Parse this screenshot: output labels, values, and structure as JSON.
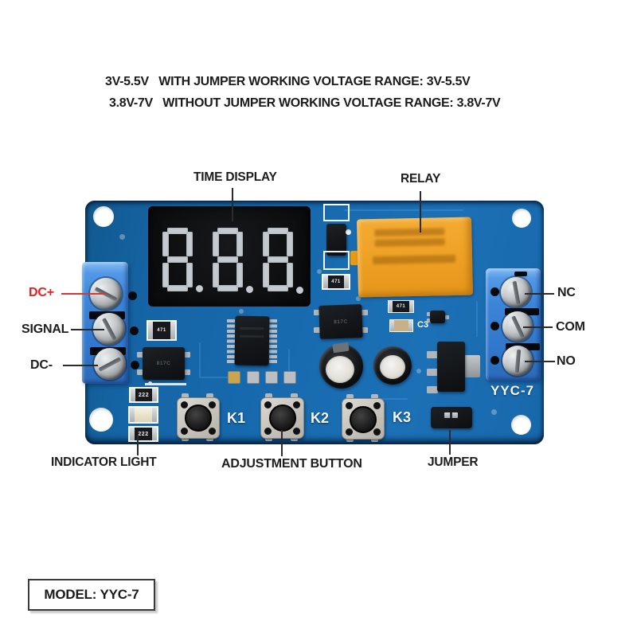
{
  "header": {
    "line1": "3V-5.5V   WITH JUMPER WORKING VOLTAGE RANGE: 3V-5.5V",
    "line2": "3.8V-7V   WITHOUT JUMPER WORKING VOLTAGE RANGE: 3.8V-7V"
  },
  "labels": {
    "time_display": "TIME DISPLAY",
    "relay": "RELAY",
    "dc_plus": "DC+",
    "signal": "SIGNAL",
    "dc_minus": "DC-",
    "nc": "NC",
    "com": "COM",
    "no": "NO",
    "indicator_light": "INDICATOR LIGHT",
    "adjustment_button": "ADJUSTMENT BUTTON",
    "jumper": "JUMPER"
  },
  "board": {
    "display_value": "8.8.8.",
    "buttons": [
      {
        "label": "K1"
      },
      {
        "label": "K2"
      },
      {
        "label": "K3"
      }
    ],
    "silkscreen": {
      "model": "YYC-7",
      "c3": "C3"
    },
    "smd": {
      "resistor_222": "222",
      "resistor_471": "471",
      "opto": "817C"
    }
  },
  "model_box": {
    "text": "MODEL: YYC-7"
  },
  "colors": {
    "pcb_blue": "#1565a6",
    "terminal_blue": "#3b84d8",
    "relay_orange": "#efa226",
    "display_black": "#0b0c0e",
    "segment_gray": "#c5cad0",
    "dc_plus_red": "#e02222",
    "label_black": "#1d1d1d",
    "background": "#ffffff"
  }
}
